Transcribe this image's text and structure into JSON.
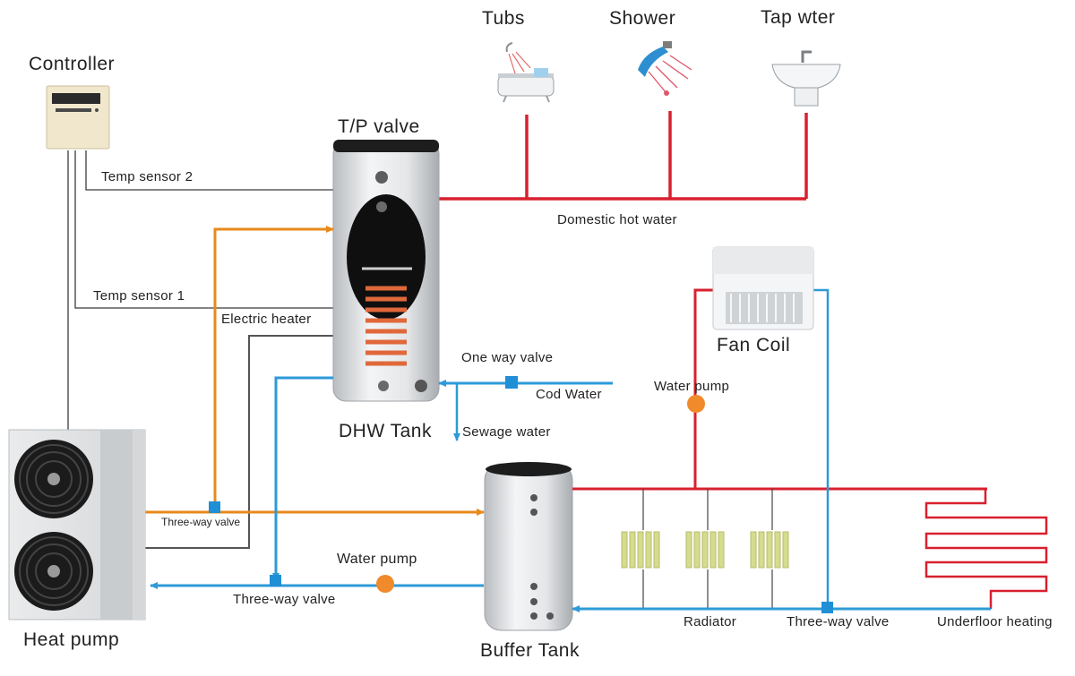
{
  "labels": {
    "controller": "Controller",
    "tubs": "Tubs",
    "shower": "Shower",
    "tap_water": "Tap wter",
    "tp_valve": "T/P valve",
    "temp_sensor_2": "Temp sensor 2",
    "temp_sensor_1": "Temp sensor 1",
    "electric_heater": "Electric heater",
    "domestic_hot_water": "Domestic hot water",
    "fan_coil": "Fan Coil",
    "one_way_valve": "One way valve",
    "cold_water": "Cod Water",
    "water_pump_right": "Water pump",
    "dhw_tank": "DHW Tank",
    "sewage_water": "Sewage water",
    "three_way_valve_top": "Three-way valve",
    "water_pump_bottom": "Water pump",
    "three_way_valve_bottom": "Three-way valve",
    "heat_pump": "Heat pump",
    "buffer_tank": "Buffer Tank",
    "radiator": "Radiator",
    "three_way_valve_right": "Three-way valve",
    "underfloor_heating": "Underfloor heating"
  },
  "colors": {
    "hot_line": "#d8202f",
    "return_line": "#2d9ad8",
    "heat_pump_supply": "#e8891c",
    "signal_line": "#4a4a4a",
    "pump": "#f08a2a",
    "valve": "#1f8fd6",
    "radiator": "#d6dc8e"
  }
}
